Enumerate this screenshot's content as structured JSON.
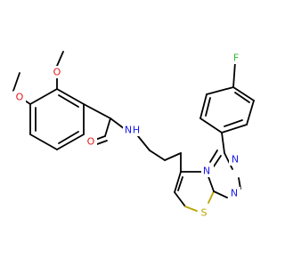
{
  "diagram": {
    "atom_labels": {
      "o_methoxy_top": "O",
      "o_methoxy_left": "O",
      "o_carbonyl": "O",
      "n_amide": "N",
      "h_amide": "H",
      "n_bridge": "N",
      "n_triazole_upper": "N",
      "n_triazole_lower": "N",
      "s_thiazole": "S",
      "f_fluoro": "F"
    },
    "colors": {
      "bond": "#000000",
      "oxygen": "#e3171b",
      "nitrogen": "#1a1aee",
      "sulfur": "#b7a400",
      "fluorine": "#33bb33"
    }
  }
}
